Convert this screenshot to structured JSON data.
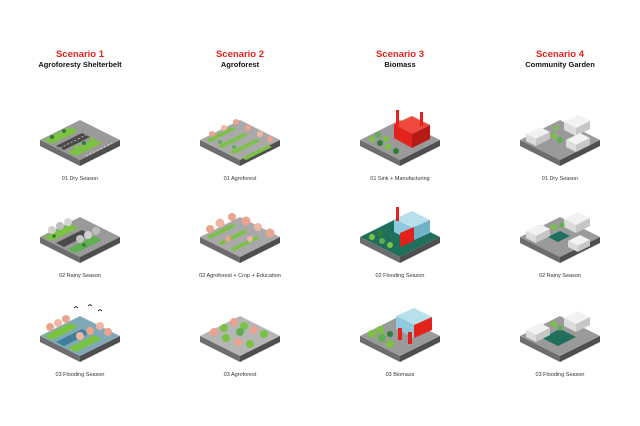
{
  "colors": {
    "accent": "#e3231b",
    "grass": "#7cc242",
    "dark_green": "#2f7d3b",
    "water": "#1f6f5c",
    "tree_pink": "#e9a38e",
    "building_red": "#e3231b",
    "glass_blue": "#8ec9dd",
    "ground_gray": "#9a9a9a",
    "building_white": "#e8e8e8"
  },
  "scenarios": [
    {
      "number": "Scenario 1",
      "name": "Agroforesty Shelterbelt",
      "captions": [
        "01 Dry Season",
        "02 Rainy Season",
        "03 Flooding Season"
      ]
    },
    {
      "number": "Scenario 2",
      "name": "Agroforest",
      "captions": [
        "01 Agroforest",
        "02 Agroforest + Crop + Education",
        "03 Agroforest"
      ]
    },
    {
      "number": "Scenario 3",
      "name": "Biomass",
      "captions": [
        "01 Sink + Manufacturing",
        "02 Flooding Season",
        "03 Biomass"
      ]
    },
    {
      "number": "Scenario 4",
      "name": "Community Garden",
      "captions": [
        "01 Dry Season",
        "02 Rainy Season",
        "03 Flooding Season"
      ]
    }
  ]
}
